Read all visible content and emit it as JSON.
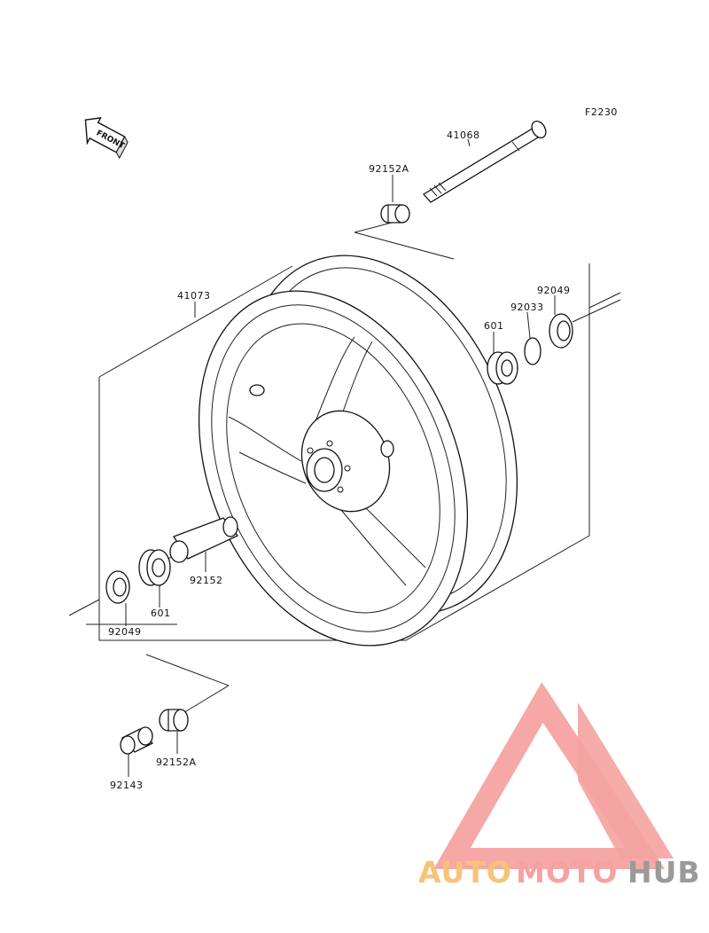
{
  "figure_code": "F2230",
  "front_arrow_text": "FRONT",
  "parts": {
    "axle": "41068",
    "collar_top": "92152A",
    "wheel": "41073",
    "seal_right": "92049",
    "circlip": "92033",
    "bearing_right": "601",
    "spacer": "92152",
    "bearing_left": "601",
    "seal_left": "92049",
    "collar_bottom": "92152A",
    "collar_small": "92143"
  },
  "watermark": {
    "word_1": "AUTO",
    "word_2": "MOTO",
    "word_3": "HUB",
    "colors": {
      "triangle": "#f4a3a0",
      "word_1": "#f7c27a",
      "word_2": "#f4a3a0",
      "word_3": "#9a9a9a"
    }
  }
}
